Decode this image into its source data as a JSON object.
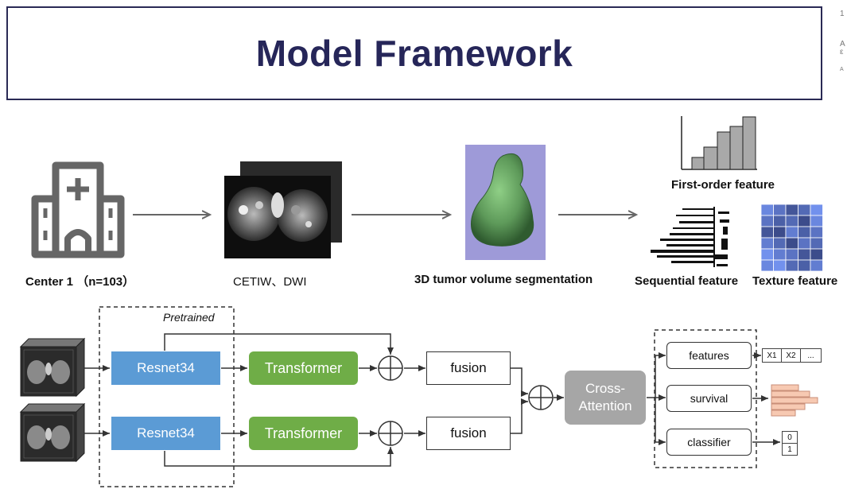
{
  "title": "Model Framework",
  "edge_chars": [
    "1",
    "A",
    "ε",
    "A"
  ],
  "top_row": {
    "center_label": "Center 1 （n=103）",
    "mri_label": "CETIW、DWI",
    "segmentation_label": "3D tumor volume segmentation",
    "first_order_label": "First-order feature",
    "sequential_label": "Sequential feature",
    "texture_label": "Texture feature"
  },
  "pipeline": {
    "pretrained_label": "Pretrained",
    "resnet_label": "Resnet34",
    "transformer_label": "Transformer",
    "fusion_label": "fusion",
    "cross_attention_label": "Cross-\nAttention",
    "outputs": {
      "features_label": "features",
      "survival_label": "survival",
      "classifier_label": "classifier",
      "feature_tokens": [
        "X1",
        "X2",
        "..."
      ],
      "class_values": [
        "0",
        "1"
      ]
    }
  },
  "colors": {
    "title": "#262659",
    "resnet": "#5b9bd5",
    "transformer": "#6fad47",
    "cross_attention": "#a6a6a6",
    "tumor": "#5e9a5a",
    "seg_bg": "#9e9ad8",
    "texture_blue": "#3f6fc4"
  },
  "icons": [
    "hospital-icon",
    "mri-scan-image",
    "tumor-3d-image",
    "histogram-icon",
    "sequential-plot-icon",
    "texture-matrix-icon",
    "image-cube-icon",
    "plus-circle-icon",
    "survival-bars-icon"
  ]
}
